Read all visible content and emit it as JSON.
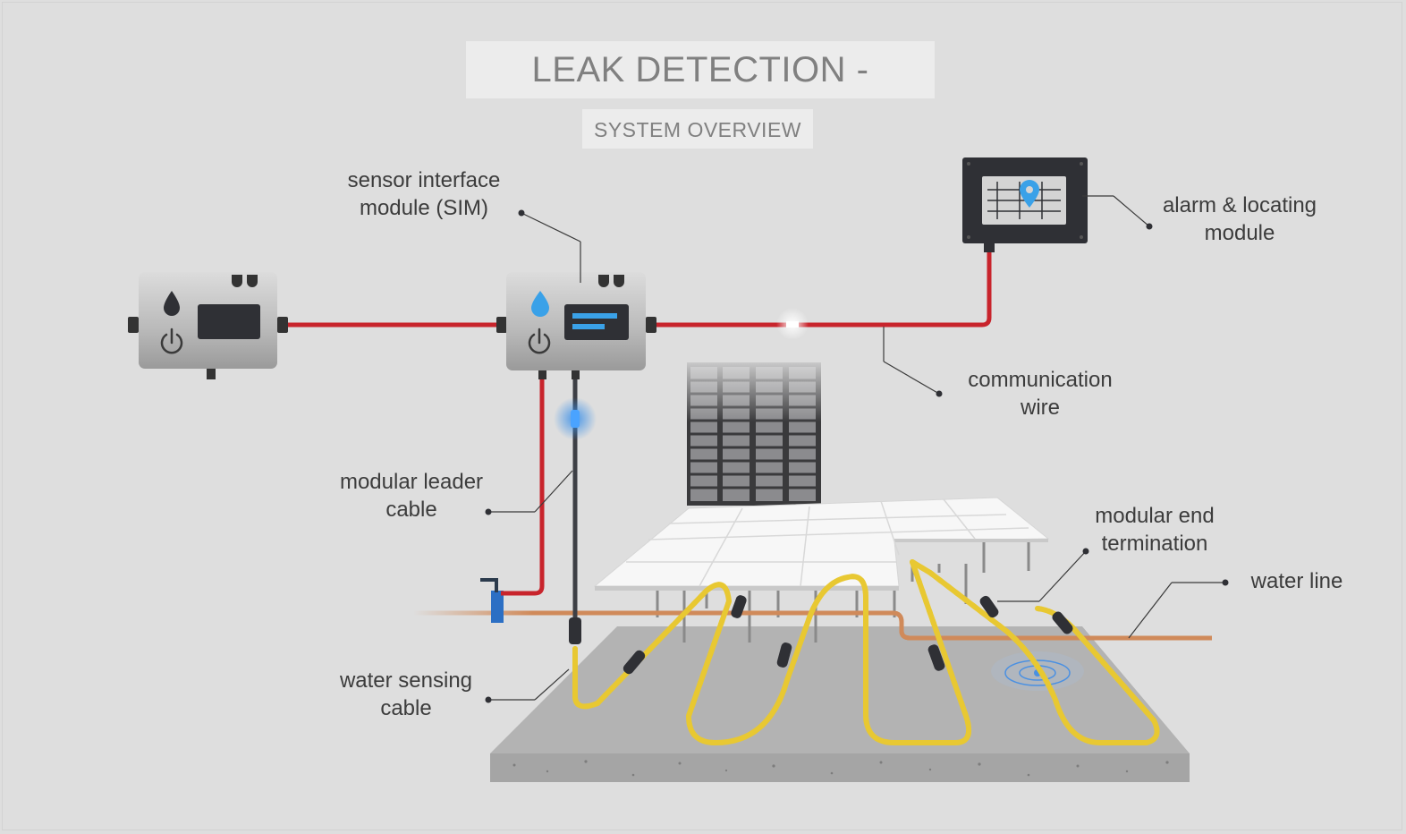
{
  "title": "LEAK DETECTION - WATER",
  "subtitle": "SYSTEM OVERVIEW",
  "labels": {
    "sim_line1": "sensor interface",
    "sim_line2": "module (SIM)",
    "alarm_line1": "alarm & locating",
    "alarm_line2": "module",
    "comm_line1": "communication",
    "comm_line2": "wire",
    "leader_line1": "modular leader",
    "leader_line2": "cable",
    "endterm_line1": "modular end",
    "endterm_line2": "termination",
    "waterline": "water line",
    "sensing_line1": "water sensing",
    "sensing_line2": "cable"
  },
  "icons": [
    "water-drop-icon",
    "power-icon",
    "location-pin-icon",
    "led-indicator-icon"
  ],
  "colors": {
    "communication_wire": "#c8242c",
    "sensing_cable": "#e8c832",
    "water_line": "#d08a5a",
    "led_glow": "#3a8fe8",
    "module_body": "#b8b8b8"
  }
}
